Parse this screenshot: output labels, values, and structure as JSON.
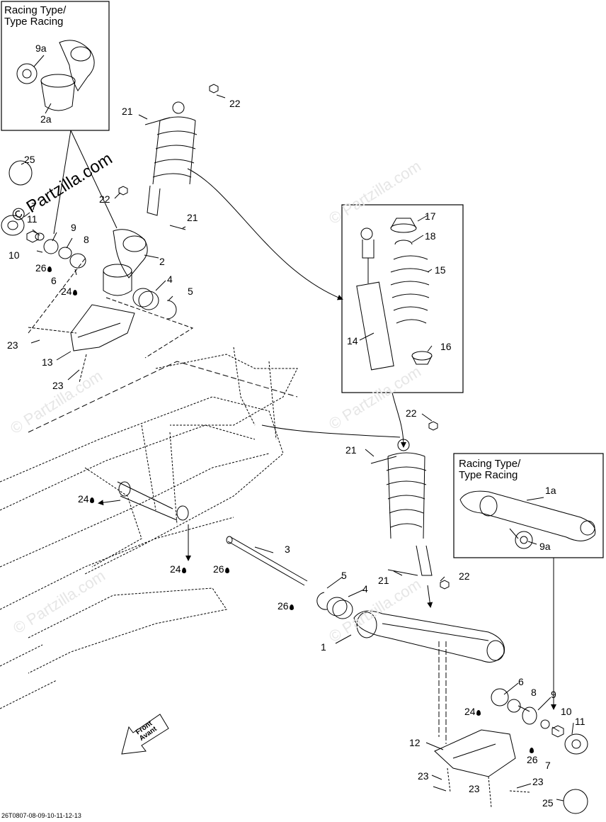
{
  "watermarks": {
    "main": "© Partzilla.com",
    "light": "© Partzilla.com"
  },
  "boxes": {
    "racing_top_title_1": "Racing Type/",
    "racing_top_title_2": "Type Racing",
    "racing_right_title_1": "Racing Type/",
    "racing_right_title_2": "Type Racing"
  },
  "labels": {
    "l9a_top": "9a",
    "l2a": "2a",
    "l25_top": "25",
    "l7_top": "7",
    "l11_top": "11",
    "l9_top": "9",
    "l10_top": "10",
    "l8_top": "8",
    "l26_top": "26",
    "l6_top": "6",
    "l24_top": "24",
    "l2": "2",
    "l4_top": "4",
    "l5_top": "5",
    "l23_a": "23",
    "l13": "13",
    "l23_b": "23",
    "l21_top": "21",
    "l22_top": "22",
    "l22_mid": "22",
    "l21_mid": "21",
    "l17": "17",
    "l18": "18",
    "l15": "15",
    "l14": "14",
    "l16": "16",
    "l22_low": "22",
    "l21_low": "21",
    "l1a": "1a",
    "l9a_right": "9a",
    "l24_mid": "24",
    "l3": "3",
    "l24_low": "24",
    "l26_mid": "26",
    "l5_low": "5",
    "l4_low": "4",
    "l21_bot": "21",
    "l22_bot": "22",
    "l26_low": "26",
    "l1": "1",
    "l6_low": "6",
    "l8_low": "8",
    "l9_low": "9",
    "l24_bot": "24",
    "l10_low": "10",
    "l11_low": "11",
    "l12": "12",
    "l26_bot": "26",
    "l7_low": "7",
    "l23_c": "23",
    "l23_d": "23",
    "l23_e": "23",
    "l25_low": "25"
  },
  "front_label_1": "Front",
  "front_label_2": "Avant",
  "reference": "26T0807-08-09-10-11-12-13"
}
